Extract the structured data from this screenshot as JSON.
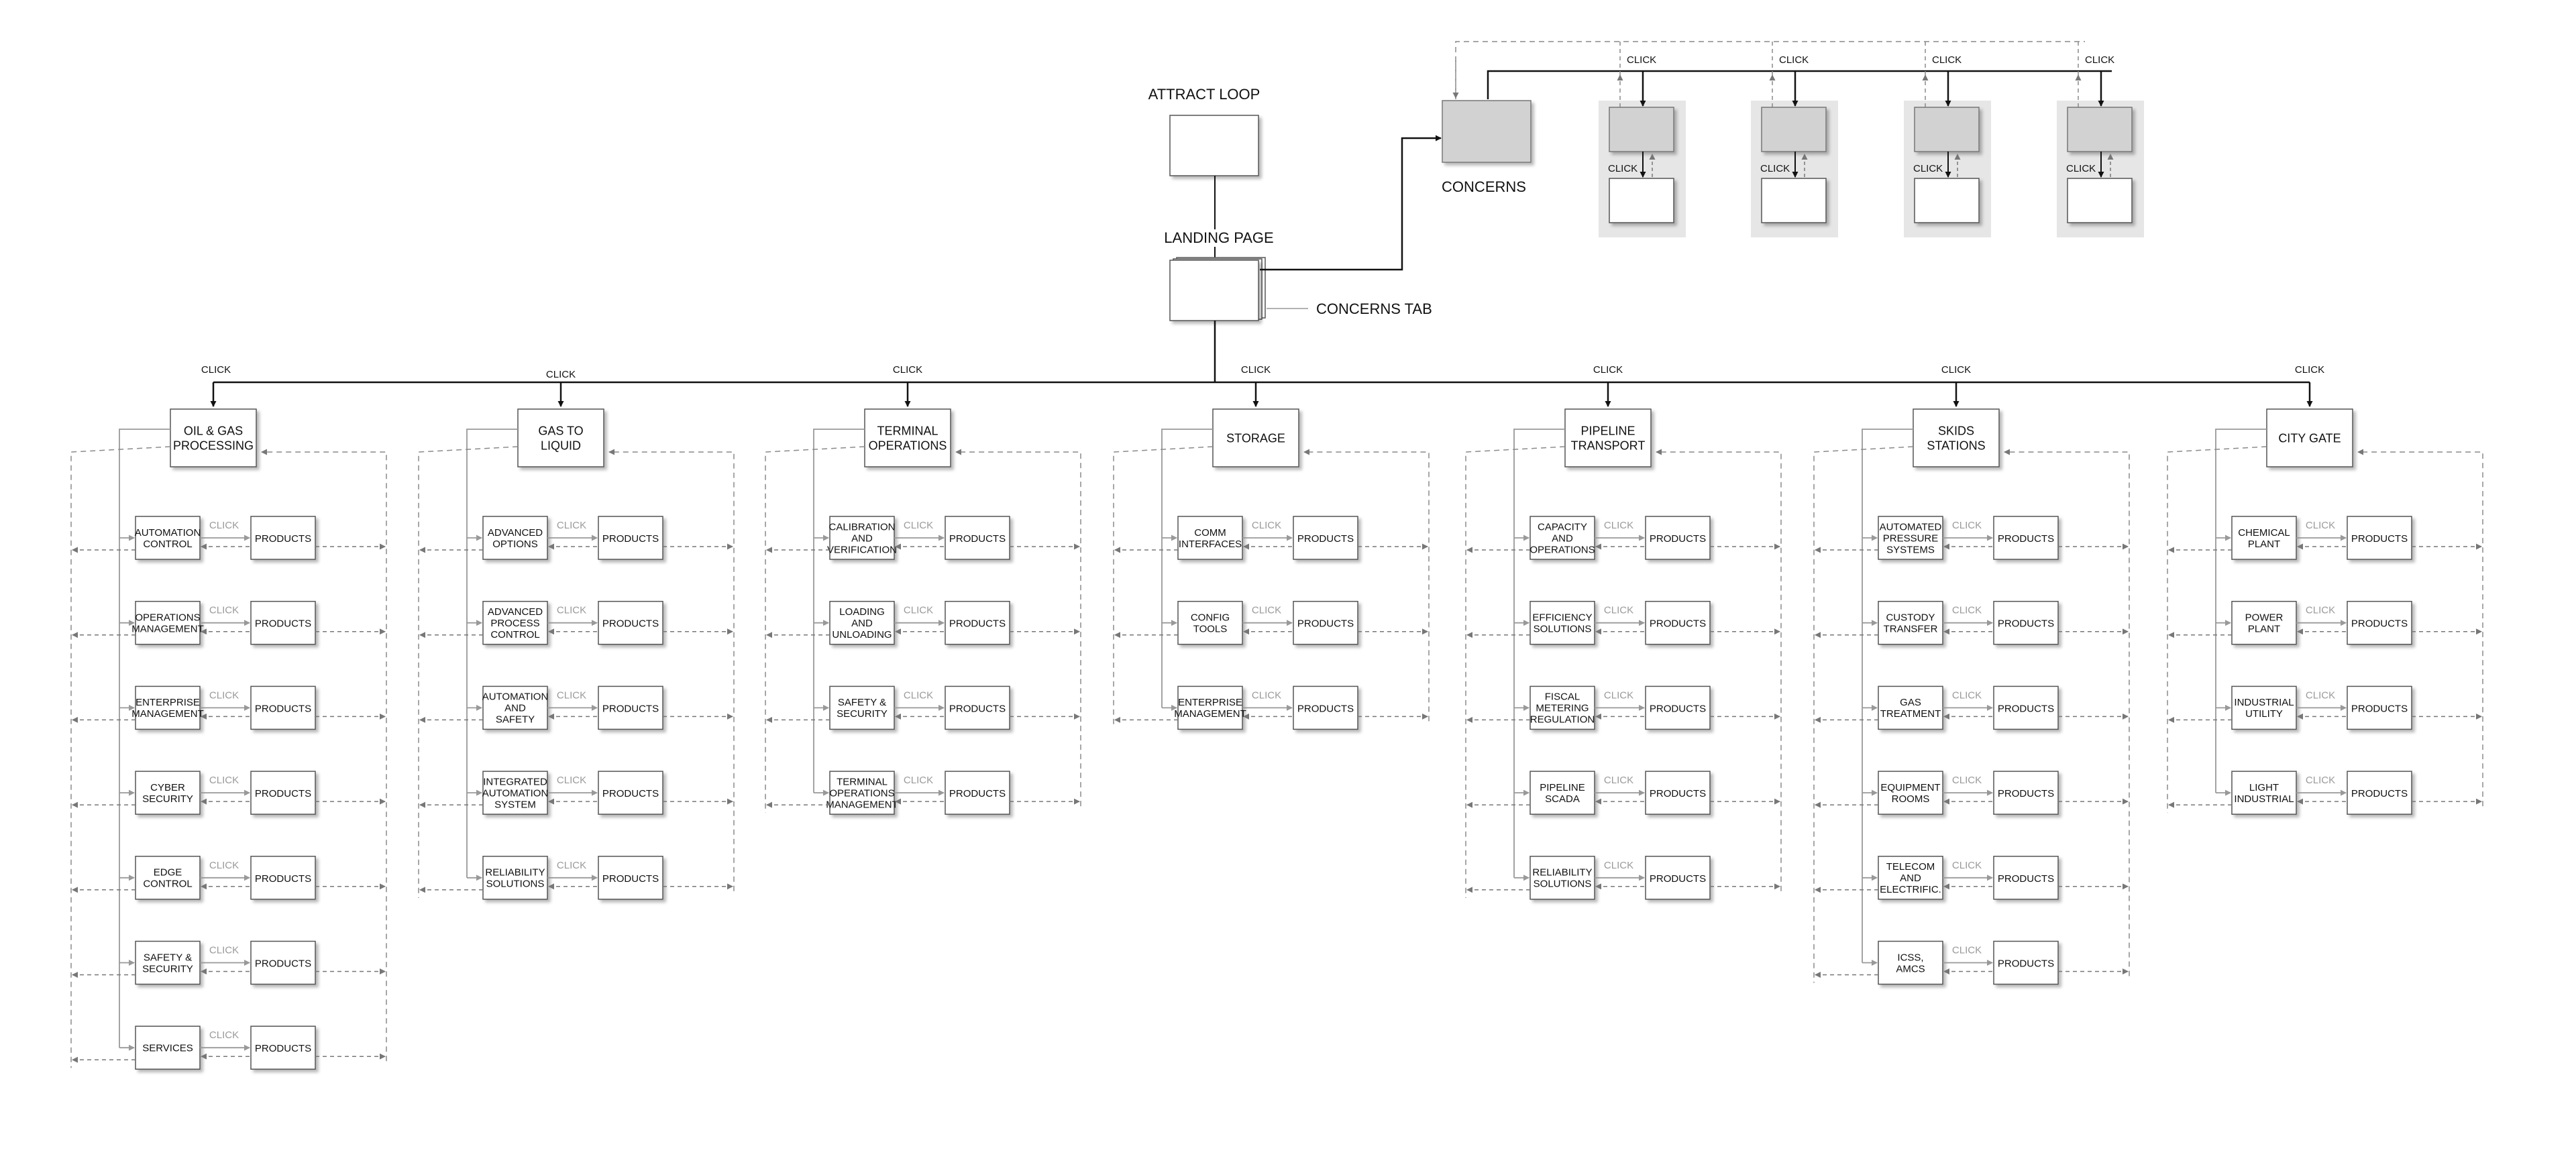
{
  "top": {
    "attract_loop": "ATTRACT LOOP",
    "landing_page": "LANDING PAGE",
    "concerns": "CONCERNS",
    "concerns_tab": "CONCERNS TAB",
    "click": "CLICK"
  },
  "concern_columns": 4,
  "categories": [
    {
      "title": [
        "OIL & GAS",
        "PROCESSING"
      ],
      "items": [
        [
          "AUTOMATION",
          "CONTROL"
        ],
        [
          "OPERATIONS",
          "MANAGEMENT"
        ],
        [
          "ENTERPRISE",
          "MANAGEMENT"
        ],
        [
          "CYBER",
          "SECURITY"
        ],
        [
          "EDGE",
          "CONTROL"
        ],
        [
          "SAFETY &",
          "SECURITY"
        ],
        [
          "SERVICES"
        ]
      ]
    },
    {
      "title": [
        "GAS TO",
        "LIQUID"
      ],
      "items": [
        [
          "ADVANCED",
          "OPTIONS"
        ],
        [
          "ADVANCED",
          "PROCESS",
          "CONTROL"
        ],
        [
          "AUTOMATION",
          "AND",
          "SAFETY"
        ],
        [
          "INTEGRATED",
          "AUTOMATION",
          "SYSTEM"
        ],
        [
          "RELIABILITY",
          "SOLUTIONS"
        ]
      ]
    },
    {
      "title": [
        "TERMINAL",
        "OPERATIONS"
      ],
      "items": [
        [
          "CALIBRATION",
          "AND",
          "VERIFICATION"
        ],
        [
          "LOADING",
          "AND",
          "UNLOADING"
        ],
        [
          "SAFETY &",
          "SECURITY"
        ],
        [
          "TERMINAL",
          "OPERATIONS",
          "MANAGEMENT"
        ]
      ]
    },
    {
      "title": [
        "STORAGE"
      ],
      "items": [
        [
          "COMM",
          "INTERFACES"
        ],
        [
          "CONFIG",
          "TOOLS"
        ],
        [
          "ENTERPRISE",
          "MANAGEMENT"
        ]
      ]
    },
    {
      "title": [
        "PIPELINE",
        "TRANSPORT"
      ],
      "items": [
        [
          "CAPACITY",
          "AND",
          "OPERATIONS"
        ],
        [
          "EFFICIENCY",
          "SOLUTIONS"
        ],
        [
          "FISCAL",
          "METERING",
          "REGULATION"
        ],
        [
          "PIPELINE",
          "SCADA"
        ],
        [
          "RELIABILITY",
          "SOLUTIONS"
        ]
      ]
    },
    {
      "title": [
        "SKIDS",
        "STATIONS"
      ],
      "items": [
        [
          "AUTOMATED",
          "PRESSURE",
          "SYSTEMS"
        ],
        [
          "CUSTODY",
          "TRANSFER"
        ],
        [
          "GAS",
          "TREATMENT"
        ],
        [
          "EQUIPMENT",
          "ROOMS"
        ],
        [
          "TELECOM",
          "AND",
          "ELECTRIFIC."
        ],
        [
          "ICSS,",
          "AMCS"
        ]
      ]
    },
    {
      "title": [
        "CITY GATE"
      ],
      "items": [
        [
          "CHEMICAL",
          "PLANT"
        ],
        [
          "POWER",
          "PLANT"
        ],
        [
          "INDUSTRIAL",
          "UTILITY"
        ],
        [
          "LIGHT",
          "INDUSTRIAL"
        ]
      ]
    }
  ],
  "products_label": "PRODUCTS",
  "colors": {
    "line": "#111111",
    "connector_gray": "#999999",
    "dashed": "#8a8a8a",
    "panel_bg": "#e6e6e6",
    "filled_box": "#d2d2d2"
  }
}
